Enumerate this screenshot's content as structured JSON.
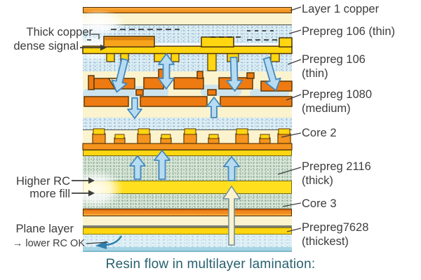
{
  "caption": "Resin flow in multilayer lamination:",
  "left_labels": {
    "thick_copper_line1": "Thick copper",
    "thick_copper_line2": "dense signal",
    "higher_rc": "Higher RC",
    "more_fill": "more fill",
    "plane_layer": "Plane layer",
    "lower_rc": "→ lower RC OK"
  },
  "right_labels": [
    {
      "line1": "Layer 1 copper",
      "line2": ""
    },
    {
      "line1": "Prepreg 106 (thin)",
      "line2": ""
    },
    {
      "line1": "Prepreg 106",
      "line2": "(thin)"
    },
    {
      "line1": "Prepreg 1080",
      "line2": "(medium)"
    },
    {
      "line1": "Core 2",
      "line2": ""
    },
    {
      "line1": "Prepreg 2116",
      "line2": "(thick)"
    },
    {
      "line1": "Core 3",
      "line2": ""
    },
    {
      "line1": "Prepreg7628",
      "line2": "(thickest)"
    }
  ],
  "colors": {
    "copper_orange": "#F5941E",
    "copper_yellow": "#FFD60F",
    "trace_orange": "#EE7A12",
    "resin_cream": "#FBF3CE",
    "prepreg_blue": "#DCEDF5",
    "glass_green": "#D8E6D8",
    "bottom_blue": "#A6D4E4",
    "arrow_blue_fill": "#B7DCF2",
    "arrow_blue_stroke": "#4488BE",
    "label_text": "#3C3C3C",
    "caption_teal": "#27606F"
  }
}
